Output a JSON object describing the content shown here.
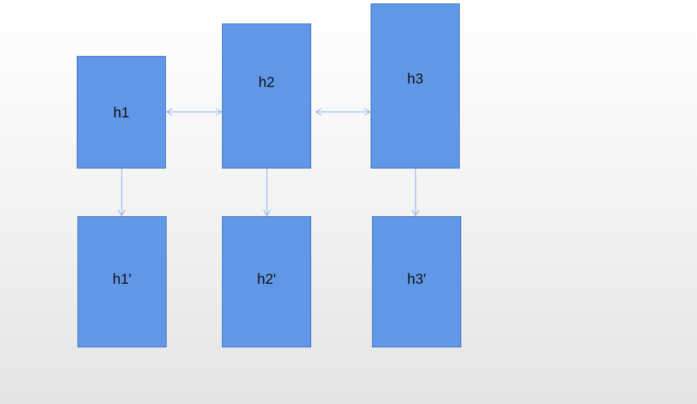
{
  "diagram": {
    "nodes": {
      "h1": "h1",
      "h2": "h2",
      "h3": "h3",
      "h1p": "h1'",
      "h2p": "h2'",
      "h3p": "h3'"
    },
    "edges": [
      {
        "from": "h1",
        "to": "h2",
        "direction": "both"
      },
      {
        "from": "h2",
        "to": "h3",
        "direction": "both"
      },
      {
        "from": "h1",
        "to": "h1'",
        "direction": "forward"
      },
      {
        "from": "h2",
        "to": "h2'",
        "direction": "forward"
      },
      {
        "from": "h3",
        "to": "h3'",
        "direction": "forward"
      }
    ],
    "colors": {
      "node_fill": "#6097e6",
      "node_border": "#3f6fb8",
      "edge": "#7aa6e6",
      "background_top": "#ffffff",
      "background_bottom": "#e4e4e4"
    }
  }
}
